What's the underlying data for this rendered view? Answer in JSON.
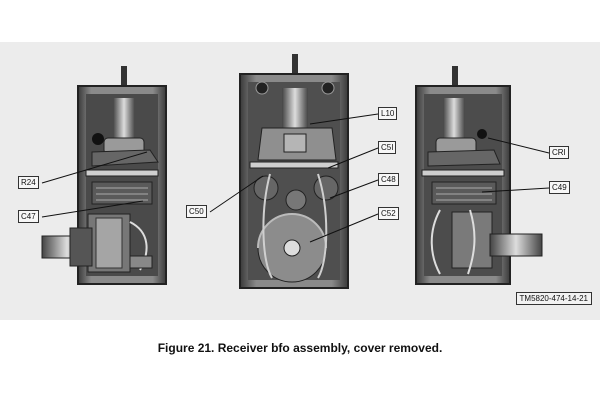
{
  "figure": {
    "caption": "Figure 21.  Receiver bfo assembly, cover removed.",
    "number": "TM5820-474-14-21"
  },
  "labels": {
    "r24": "R24",
    "c47": "C47",
    "c50": "C50",
    "l10": "L10",
    "c51": "C5I",
    "c48": "C48",
    "c52": "C52",
    "cr1": "CRI",
    "c49": "C49"
  },
  "colors": {
    "panel_bg": "#ececec",
    "metal_dark": "#222222",
    "metal_mid": "#777777",
    "metal_light": "#bdbdbd"
  }
}
